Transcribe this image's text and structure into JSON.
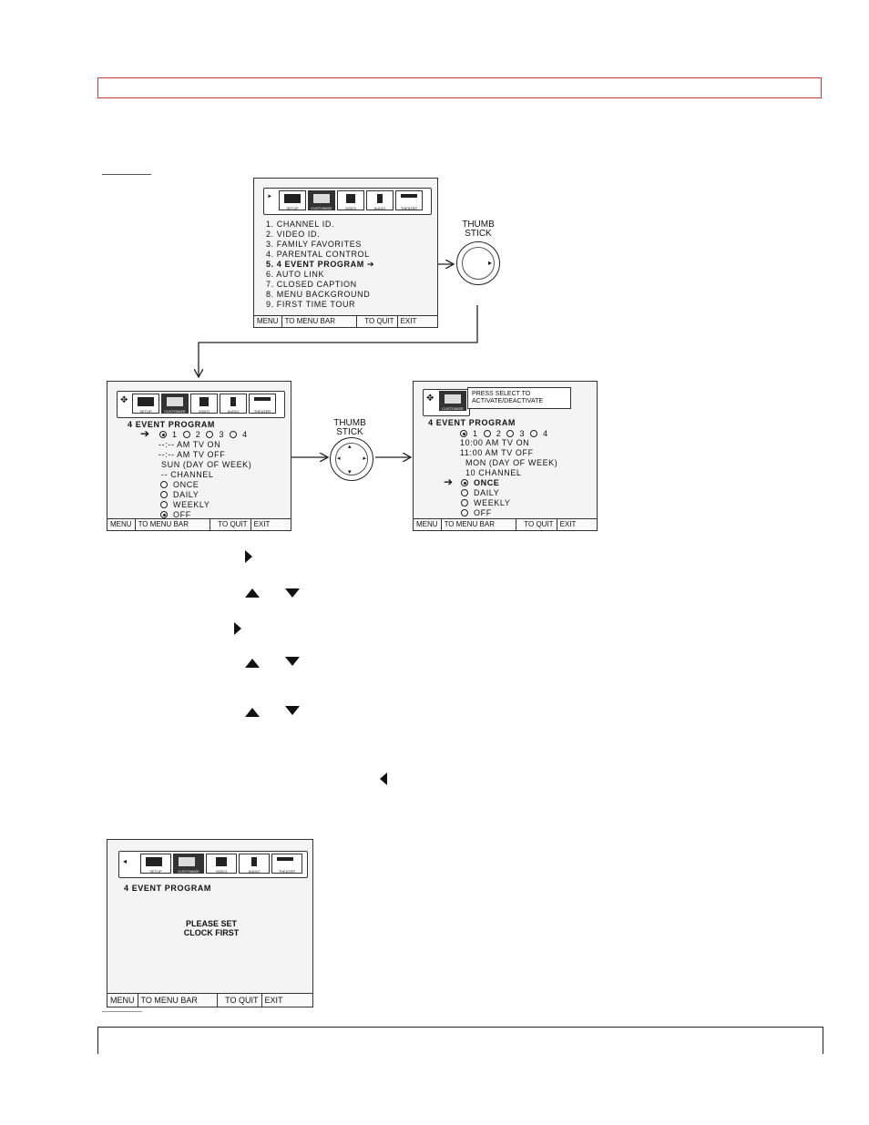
{
  "menu_tabs": [
    "SETUP",
    "CUSTOMIZE",
    "VIDEO",
    "AUDIO",
    "THEATER"
  ],
  "thumb_stick_label": [
    "THUMB",
    "STICK"
  ],
  "status_bar": {
    "menu": "MENU",
    "to_menu_bar": "TO MENU BAR",
    "to_quit": "TO QUIT",
    "exit": "EXIT"
  },
  "screen1": {
    "items": [
      "1. CHANNEL ID.",
      "2. VIDEO ID.",
      "3. FAMILY FAVORITES",
      "4. PARENTAL CONTROL",
      "5. 4 EVENT PROGRAM",
      "6. AUTO LINK",
      "7. CLOSED CAPTION",
      "8. MENU BACKGROUND",
      "9. FIRST TIME TOUR"
    ],
    "selected_index": 4
  },
  "screen2": {
    "title": "4 EVENT PROGRAM",
    "events": [
      "1",
      "2",
      "3",
      "4"
    ],
    "tv_on": "--:-- AM TV ON",
    "tv_off": "--:-- AM TV OFF",
    "day": "SUN (DAY OF WEEK)",
    "channel": "-- CHANNEL",
    "modes": [
      "ONCE",
      "DAILY",
      "WEEKLY",
      "OFF"
    ],
    "selected_mode": 3
  },
  "screen3": {
    "message": [
      "PRESS SELECT TO",
      "ACTIVATE/DEACTIVATE"
    ],
    "title": "4 EVENT PROGRAM",
    "events": [
      "1",
      "2",
      "3",
      "4"
    ],
    "tv_on": "10:00 AM TV ON",
    "tv_off": "11:00 AM TV OFF",
    "day": "MON (DAY OF WEEK)",
    "channel": "10 CHANNEL",
    "modes": [
      "ONCE",
      "DAILY",
      "WEEKLY",
      "OFF"
    ],
    "selected_mode": 0
  },
  "screen4": {
    "title": "4 EVENT PROGRAM",
    "message": [
      "PLEASE SET",
      "CLOCK FIRST"
    ]
  }
}
